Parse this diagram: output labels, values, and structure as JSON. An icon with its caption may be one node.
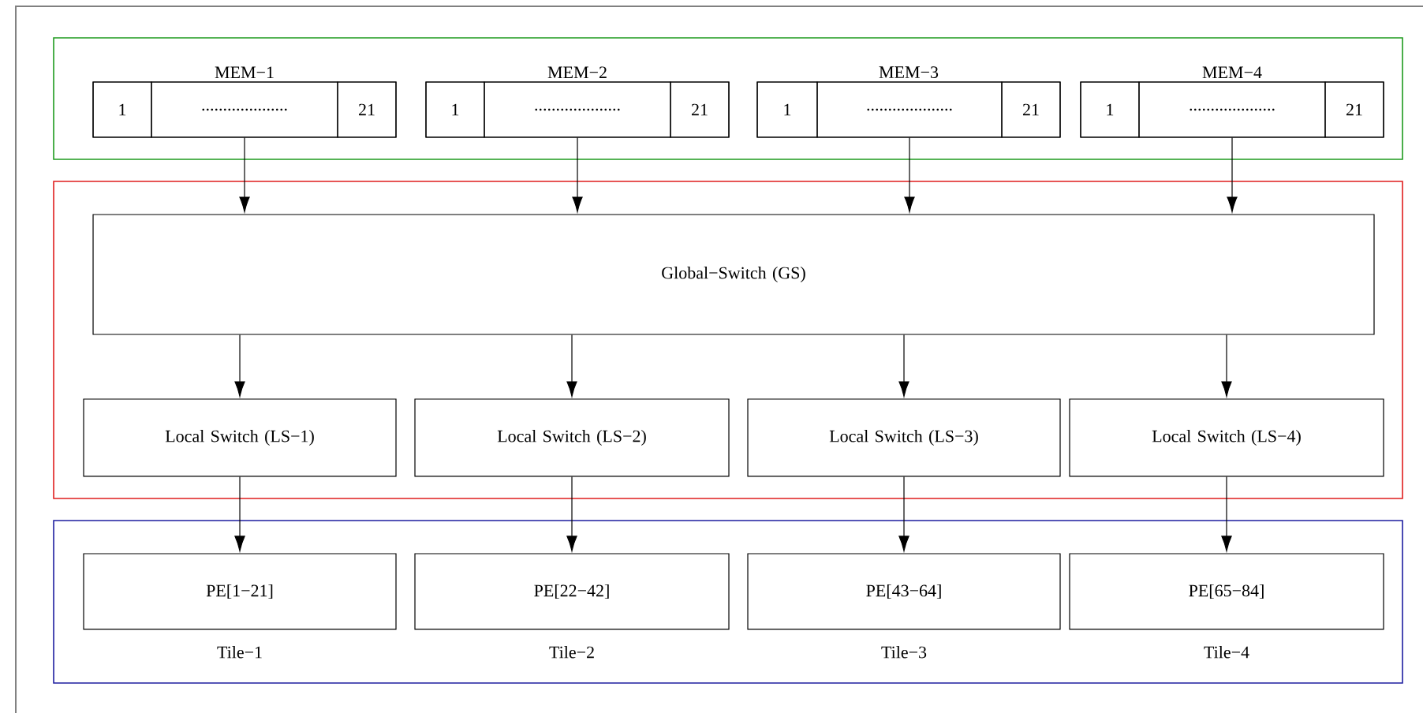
{
  "diagram": {
    "nodes": [
      {
        "text": [],
        "shape": "box"
      },
      {
        "text": [
          "MEM−1"
        ],
        "in": 0
      },
      {
        "text": [
          "1"
        ],
        "in": 1
      },
      {
        "text": [
          "...................."
        ],
        "in": 1
      },
      {
        "text": [
          "21"
        ],
        "in": 1
      },
      {
        "text": [
          "MEM−2"
        ],
        "in": 0
      },
      {
        "text": [
          "1"
        ],
        "in": 5
      },
      {
        "text": [
          "...................."
        ],
        "in": 5
      },
      {
        "text": [
          "21"
        ],
        "in": 5
      },
      {
        "text": [
          "MEM−3"
        ],
        "in": 0
      },
      {
        "text": [
          "1"
        ],
        "in": 9
      },
      {
        "text": [
          "...................."
        ],
        "in": 9
      },
      {
        "text": [
          "21"
        ],
        "in": 9
      },
      {
        "text": [
          "MEM−4"
        ],
        "in": 0
      },
      {
        "text": [
          "1"
        ],
        "in": 13
      },
      {
        "text": [
          "...................."
        ],
        "in": 13
      },
      {
        "text": [
          "21"
        ],
        "in": 13
      },
      {
        "text": [],
        "shape": "box"
      },
      {
        "text": [
          "Global−Switch (GS)"
        ],
        "in": 17
      },
      {
        "text": [
          "Local Switch (LS−1)"
        ],
        "in": 17
      },
      {
        "text": [
          "Local Switch (LS−2)"
        ],
        "in": 17
      },
      {
        "text": [
          "Local Switch (LS−3)"
        ],
        "in": 17
      },
      {
        "text": [
          "Local Switch (LS−4)"
        ],
        "in": 17
      },
      {
        "text": [],
        "shape": "box"
      },
      {
        "text": [
          "PE[1−21]"
        ],
        "in": 23,
        "beside": [
          "Tile−1"
        ]
      },
      {
        "text": [
          "PE[22−42]"
        ],
        "in": 23,
        "beside": [
          "Tile−2"
        ]
      },
      {
        "text": [
          "PE[43−64]"
        ],
        "in": 23,
        "beside": [
          "Tile−3"
        ]
      },
      {
        "text": [
          "PE[65−84]"
        ],
        "in": 23,
        "beside": [
          "Tile−4"
        ]
      }
    ],
    "edges": [
      {
        "from": 3,
        "to": 18,
        "arrow": "to"
      },
      {
        "from": 7,
        "to": 18,
        "arrow": "to"
      },
      {
        "from": 11,
        "to": 18,
        "arrow": "to"
      },
      {
        "from": 15,
        "to": 18,
        "arrow": "to"
      },
      {
        "from": 18,
        "to": 19,
        "arrow": "to"
      },
      {
        "from": 18,
        "to": 20,
        "arrow": "to"
      },
      {
        "from": 18,
        "to": 21,
        "arrow": "to"
      },
      {
        "from": 18,
        "to": 22,
        "arrow": "to"
      },
      {
        "from": 19,
        "to": 24,
        "arrow": "to"
      },
      {
        "from": 20,
        "to": 25,
        "arrow": "to"
      },
      {
        "from": 21,
        "to": 26,
        "arrow": "to"
      },
      {
        "from": 22,
        "to": 27,
        "arrow": "to"
      }
    ]
  }
}
